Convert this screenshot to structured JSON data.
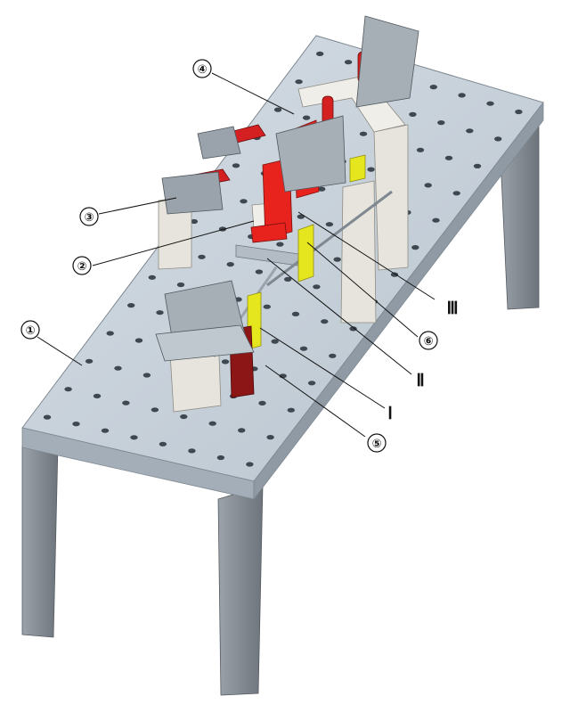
{
  "callouts": {
    "c1": "①",
    "c2": "②",
    "c3": "③",
    "c4": "④",
    "c5": "⑤",
    "c6": "⑥",
    "r1": "Ⅰ",
    "r2": "Ⅱ",
    "r3": "Ⅲ"
  },
  "colors": {
    "table_top": "#c9d3dc",
    "table_edge": "#a9b4bf",
    "legs": "#8d949b",
    "support_blocks": "#e6e4dc",
    "red_parts": "#e8231e",
    "dark_red_post": "#8c1515",
    "yellow_blocks": "#e6e61e",
    "clamps": "#9aa3ab"
  }
}
